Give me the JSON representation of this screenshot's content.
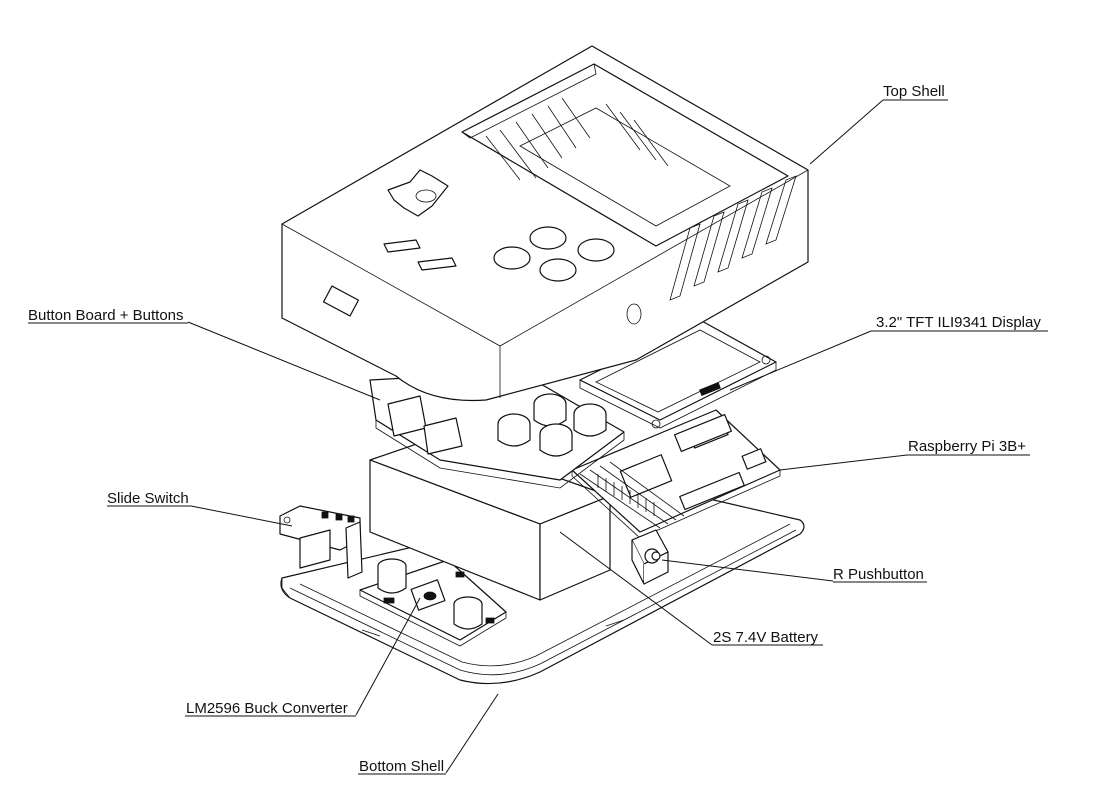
{
  "labels": {
    "top_shell": "Top Shell",
    "button_board": "Button Board + Buttons",
    "display": "3.2\" TFT ILI9341 Display",
    "raspberry_pi": "Raspberry Pi 3B+",
    "slide_switch": "Slide Switch",
    "r_pushbutton": "R Pushbutton",
    "battery": "2S 7.4V Battery",
    "buck_converter": "LM2596 Buck Converter",
    "bottom_shell": "Bottom Shell"
  }
}
